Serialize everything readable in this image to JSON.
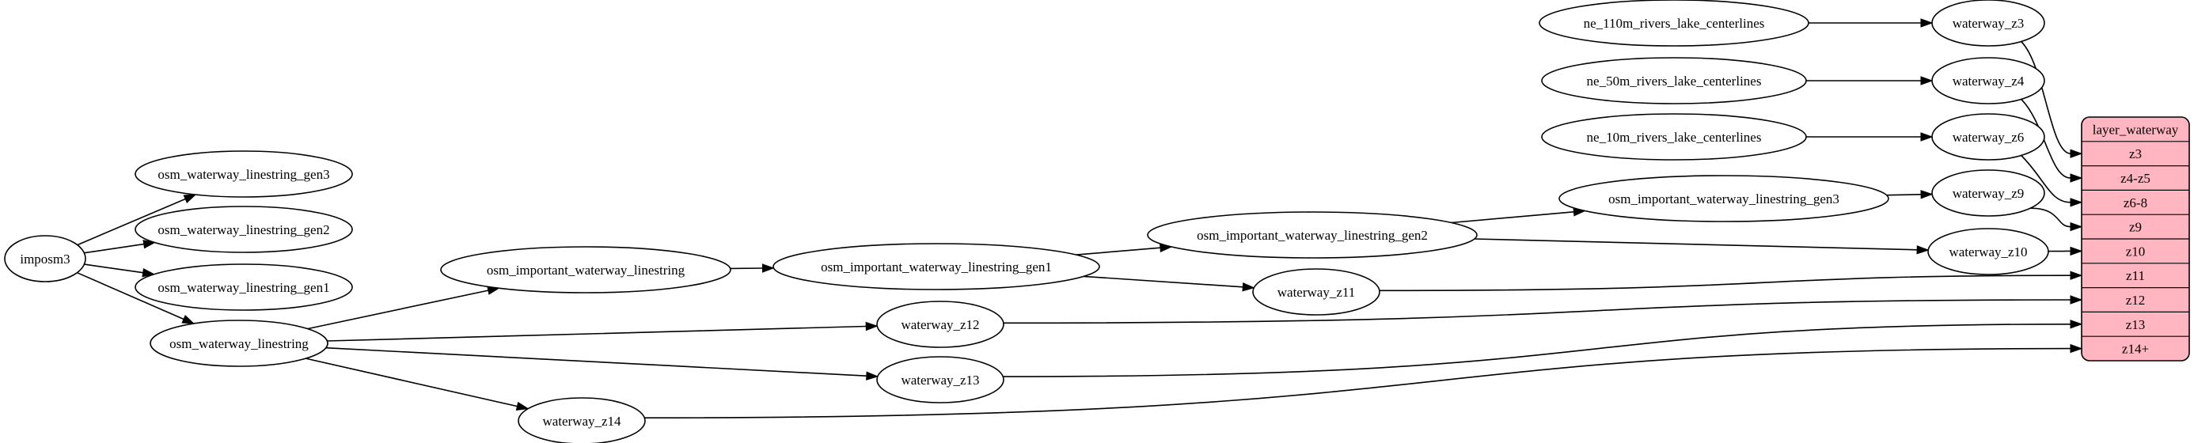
{
  "diagram": {
    "nodes": [
      {
        "id": "imposm3",
        "label": "imposm3"
      },
      {
        "id": "osm_waterway_linestring_gen3",
        "label": "osm_waterway_linestring_gen3"
      },
      {
        "id": "osm_waterway_linestring_gen2",
        "label": "osm_waterway_linestring_gen2"
      },
      {
        "id": "osm_waterway_linestring_gen1",
        "label": "osm_waterway_linestring_gen1"
      },
      {
        "id": "osm_waterway_linestring",
        "label": "osm_waterway_linestring"
      },
      {
        "id": "osm_important_waterway_linestring",
        "label": "osm_important_waterway_linestring"
      },
      {
        "id": "osm_important_waterway_linestring_gen1",
        "label": "osm_important_waterway_linestring_gen1"
      },
      {
        "id": "osm_important_waterway_linestring_gen2",
        "label": "osm_important_waterway_linestring_gen2"
      },
      {
        "id": "osm_important_waterway_linestring_gen3",
        "label": "osm_important_waterway_linestring_gen3"
      },
      {
        "id": "ne_110m_rivers_lake_centerlines",
        "label": "ne_110m_rivers_lake_centerlines"
      },
      {
        "id": "ne_50m_rivers_lake_centerlines",
        "label": "ne_50m_rivers_lake_centerlines"
      },
      {
        "id": "ne_10m_rivers_lake_centerlines",
        "label": "ne_10m_rivers_lake_centerlines"
      },
      {
        "id": "waterway_z3",
        "label": "waterway_z3"
      },
      {
        "id": "waterway_z4",
        "label": "waterway_z4"
      },
      {
        "id": "waterway_z6",
        "label": "waterway_z6"
      },
      {
        "id": "waterway_z9",
        "label": "waterway_z9"
      },
      {
        "id": "waterway_z10",
        "label": "waterway_z10"
      },
      {
        "id": "waterway_z11",
        "label": "waterway_z11"
      },
      {
        "id": "waterway_z12",
        "label": "waterway_z12"
      },
      {
        "id": "waterway_z13",
        "label": "waterway_z13"
      },
      {
        "id": "waterway_z14",
        "label": "waterway_z14"
      }
    ],
    "record": {
      "id": "layer_waterway",
      "title": "layer_waterway",
      "fill_color": "#ffb6c1",
      "fields": [
        "z3",
        "z4-z5",
        "z6-8",
        "z9",
        "z10",
        "z11",
        "z12",
        "z13",
        "z14+"
      ]
    },
    "edges": [
      {
        "from": "imposm3",
        "to": "osm_waterway_linestring_gen3"
      },
      {
        "from": "imposm3",
        "to": "osm_waterway_linestring_gen2"
      },
      {
        "from": "imposm3",
        "to": "osm_waterway_linestring_gen1"
      },
      {
        "from": "imposm3",
        "to": "osm_waterway_linestring"
      },
      {
        "from": "osm_waterway_linestring",
        "to": "osm_important_waterway_linestring"
      },
      {
        "from": "osm_waterway_linestring",
        "to": "waterway_z12"
      },
      {
        "from": "osm_waterway_linestring",
        "to": "waterway_z13"
      },
      {
        "from": "osm_waterway_linestring",
        "to": "waterway_z14"
      },
      {
        "from": "osm_important_waterway_linestring",
        "to": "osm_important_waterway_linestring_gen1"
      },
      {
        "from": "osm_important_waterway_linestring_gen1",
        "to": "osm_important_waterway_linestring_gen2"
      },
      {
        "from": "osm_important_waterway_linestring_gen1",
        "to": "waterway_z11"
      },
      {
        "from": "osm_important_waterway_linestring_gen2",
        "to": "osm_important_waterway_linestring_gen3"
      },
      {
        "from": "osm_important_waterway_linestring_gen2",
        "to": "waterway_z10"
      },
      {
        "from": "osm_important_waterway_linestring_gen3",
        "to": "waterway_z9"
      },
      {
        "from": "ne_110m_rivers_lake_centerlines",
        "to": "waterway_z3"
      },
      {
        "from": "ne_50m_rivers_lake_centerlines",
        "to": "waterway_z4"
      },
      {
        "from": "ne_10m_rivers_lake_centerlines",
        "to": "waterway_z6"
      },
      {
        "from": "waterway_z3",
        "to": "layer_waterway",
        "field": "z3"
      },
      {
        "from": "waterway_z4",
        "to": "layer_waterway",
        "field": "z4-z5"
      },
      {
        "from": "waterway_z6",
        "to": "layer_waterway",
        "field": "z6-8"
      },
      {
        "from": "waterway_z9",
        "to": "layer_waterway",
        "field": "z9"
      },
      {
        "from": "waterway_z10",
        "to": "layer_waterway",
        "field": "z10"
      },
      {
        "from": "waterway_z11",
        "to": "layer_waterway",
        "field": "z11"
      },
      {
        "from": "waterway_z12",
        "to": "layer_waterway",
        "field": "z12"
      },
      {
        "from": "waterway_z13",
        "to": "layer_waterway",
        "field": "z13"
      },
      {
        "from": "waterway_z14",
        "to": "layer_waterway",
        "field": "z14+"
      }
    ]
  }
}
